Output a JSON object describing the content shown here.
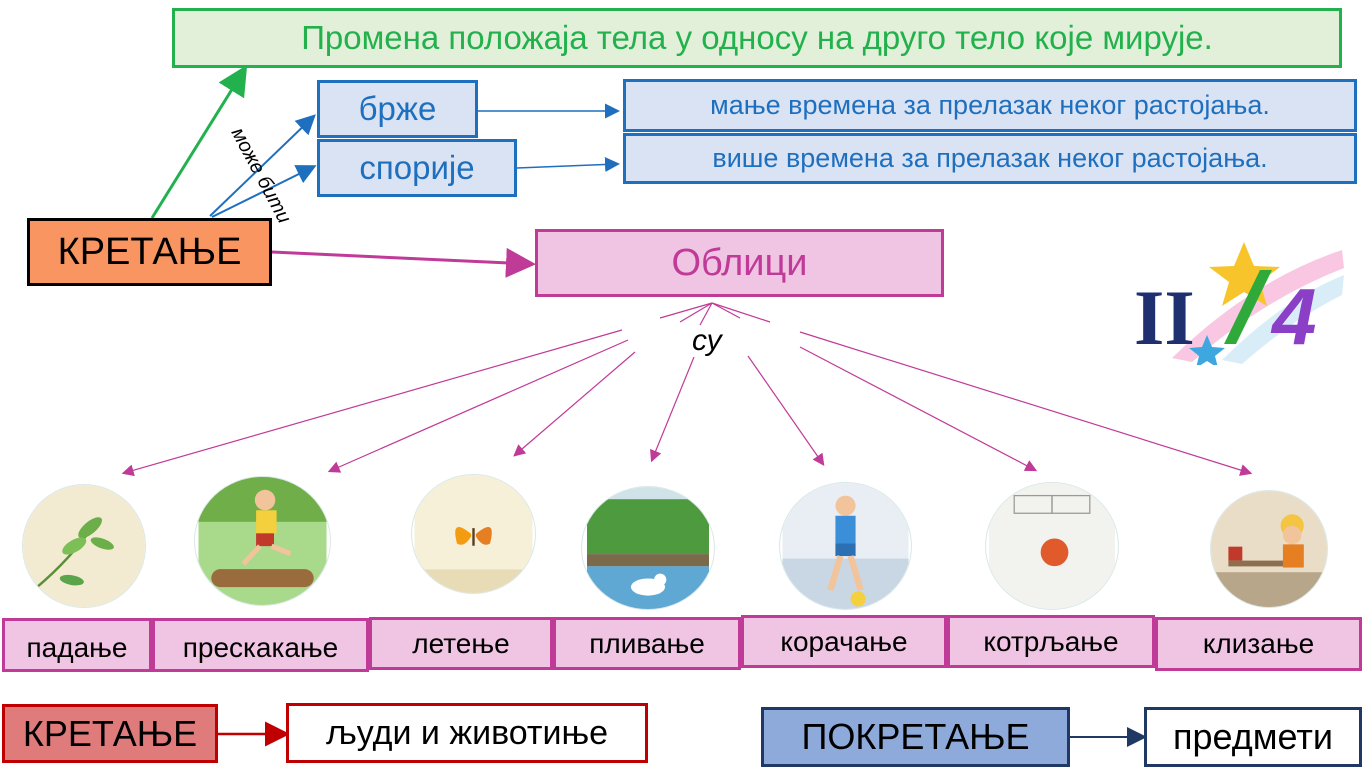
{
  "definition": "Промена положаја тела у односу на друго тело које мирује.",
  "main_concept": "КРЕТАЊЕ",
  "speed": {
    "faster": "брже",
    "slower": "спорије",
    "faster_desc": "мање времена за прелазак неког растојања.",
    "slower_desc": "више времена за прелазак неког растојања.",
    "can_be_label": "може бити"
  },
  "forms": {
    "title": "Облици",
    "are_label": "су",
    "items": [
      {
        "label": "падање",
        "icon": "falling-leaf-icon"
      },
      {
        "label": "прескакање",
        "icon": "jumping-boy-icon"
      },
      {
        "label": "летење",
        "icon": "butterfly-icon"
      },
      {
        "label": "пливање",
        "icon": "swimming-duck-icon"
      },
      {
        "label": "корачање",
        "icon": "walking-boy-icon"
      },
      {
        "label": "котрљање",
        "icon": "rolling-ball-icon"
      },
      {
        "label": "клизање",
        "icon": "sliding-block-icon"
      }
    ]
  },
  "logo": {
    "text": "II/4"
  },
  "bottom": {
    "motion": "КРЕТАЊЕ",
    "motion_target": "људи и животиње",
    "movement": "ПОКРЕТАЊЕ",
    "movement_target": "предмети"
  },
  "colors": {
    "green": "#22b14c",
    "blue": "#1f6fbf",
    "pink": "#c03a97",
    "orange": "#f89560",
    "red_box": "#e07b7b",
    "navy_box": "#8eaadb"
  }
}
